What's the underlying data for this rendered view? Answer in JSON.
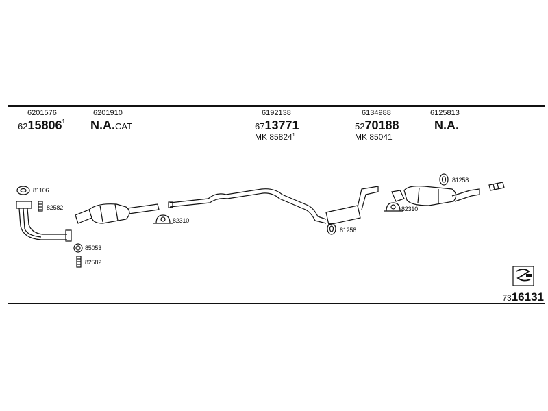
{
  "header_columns": [
    {
      "part_number": "6201576",
      "main_prefix": "62",
      "main_rest": "15806",
      "main_sup": "1",
      "main_suffix": "",
      "mk": "",
      "mk_sup": ""
    },
    {
      "part_number": "6201910",
      "main_prefix": "",
      "main_rest": "N.A.",
      "main_sup": "",
      "main_suffix": "CAT",
      "mk": "",
      "mk_sup": ""
    },
    {
      "part_number": "6192138",
      "main_prefix": "67",
      "main_rest": "13771",
      "main_sup": "",
      "main_suffix": "",
      "mk": "MK 85824",
      "mk_sup": "1"
    },
    {
      "part_number": "6134988",
      "main_prefix": "52",
      "main_rest": "70188",
      "main_sup": "",
      "main_suffix": "",
      "mk": "MK 85041",
      "mk_sup": ""
    },
    {
      "part_number": "6125813",
      "main_prefix": "",
      "main_rest": "N.A.",
      "main_sup": "",
      "main_suffix": "",
      "mk": "",
      "mk_sup": ""
    }
  ],
  "part_labels": [
    "81106",
    "82582",
    "82310",
    "85053",
    "82582",
    "81258",
    "81258",
    "82310"
  ],
  "catalog_number": {
    "prefix": "73",
    "main": "16131"
  },
  "icons": [
    "gasket-ring-icon",
    "spring-bolt-icon",
    "clamp-icon",
    "rubber-hanger-icon",
    "exhaust-tip-icon",
    "catalog-logo-icon"
  ]
}
